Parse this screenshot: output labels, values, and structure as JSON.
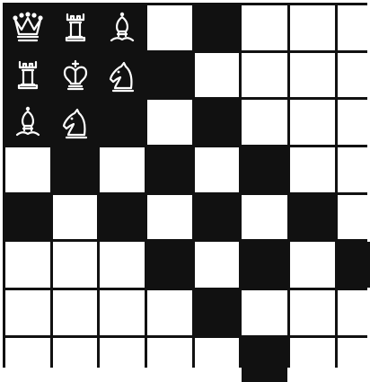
{
  "board": {
    "colors": {
      "light": "#ffffff",
      "dark": "#111111",
      "piece": "#ffffff"
    },
    "pieces": [
      {
        "square": "0-0",
        "icon": "queen-icon"
      },
      {
        "square": "0-1",
        "icon": "rook-icon"
      },
      {
        "square": "0-2",
        "icon": "bishop-icon"
      },
      {
        "square": "1-0",
        "icon": "rook-icon"
      },
      {
        "square": "1-1",
        "icon": "king-icon"
      },
      {
        "square": "1-2",
        "icon": "knight-icon"
      },
      {
        "square": "2-0",
        "icon": "bishop-icon"
      },
      {
        "square": "2-1",
        "icon": "knight-icon"
      }
    ],
    "dark_squares": [
      "0-0",
      "0-1",
      "0-2",
      "0-4",
      "1-0",
      "1-1",
      "1-2",
      "1-3",
      "2-0",
      "2-1",
      "2-2",
      "2-4",
      "3-1",
      "3-3",
      "3-5",
      "4-0",
      "4-2",
      "4-4",
      "4-6",
      "5-3",
      "5-5",
      "5-7",
      "6-4",
      "7-5"
    ]
  }
}
